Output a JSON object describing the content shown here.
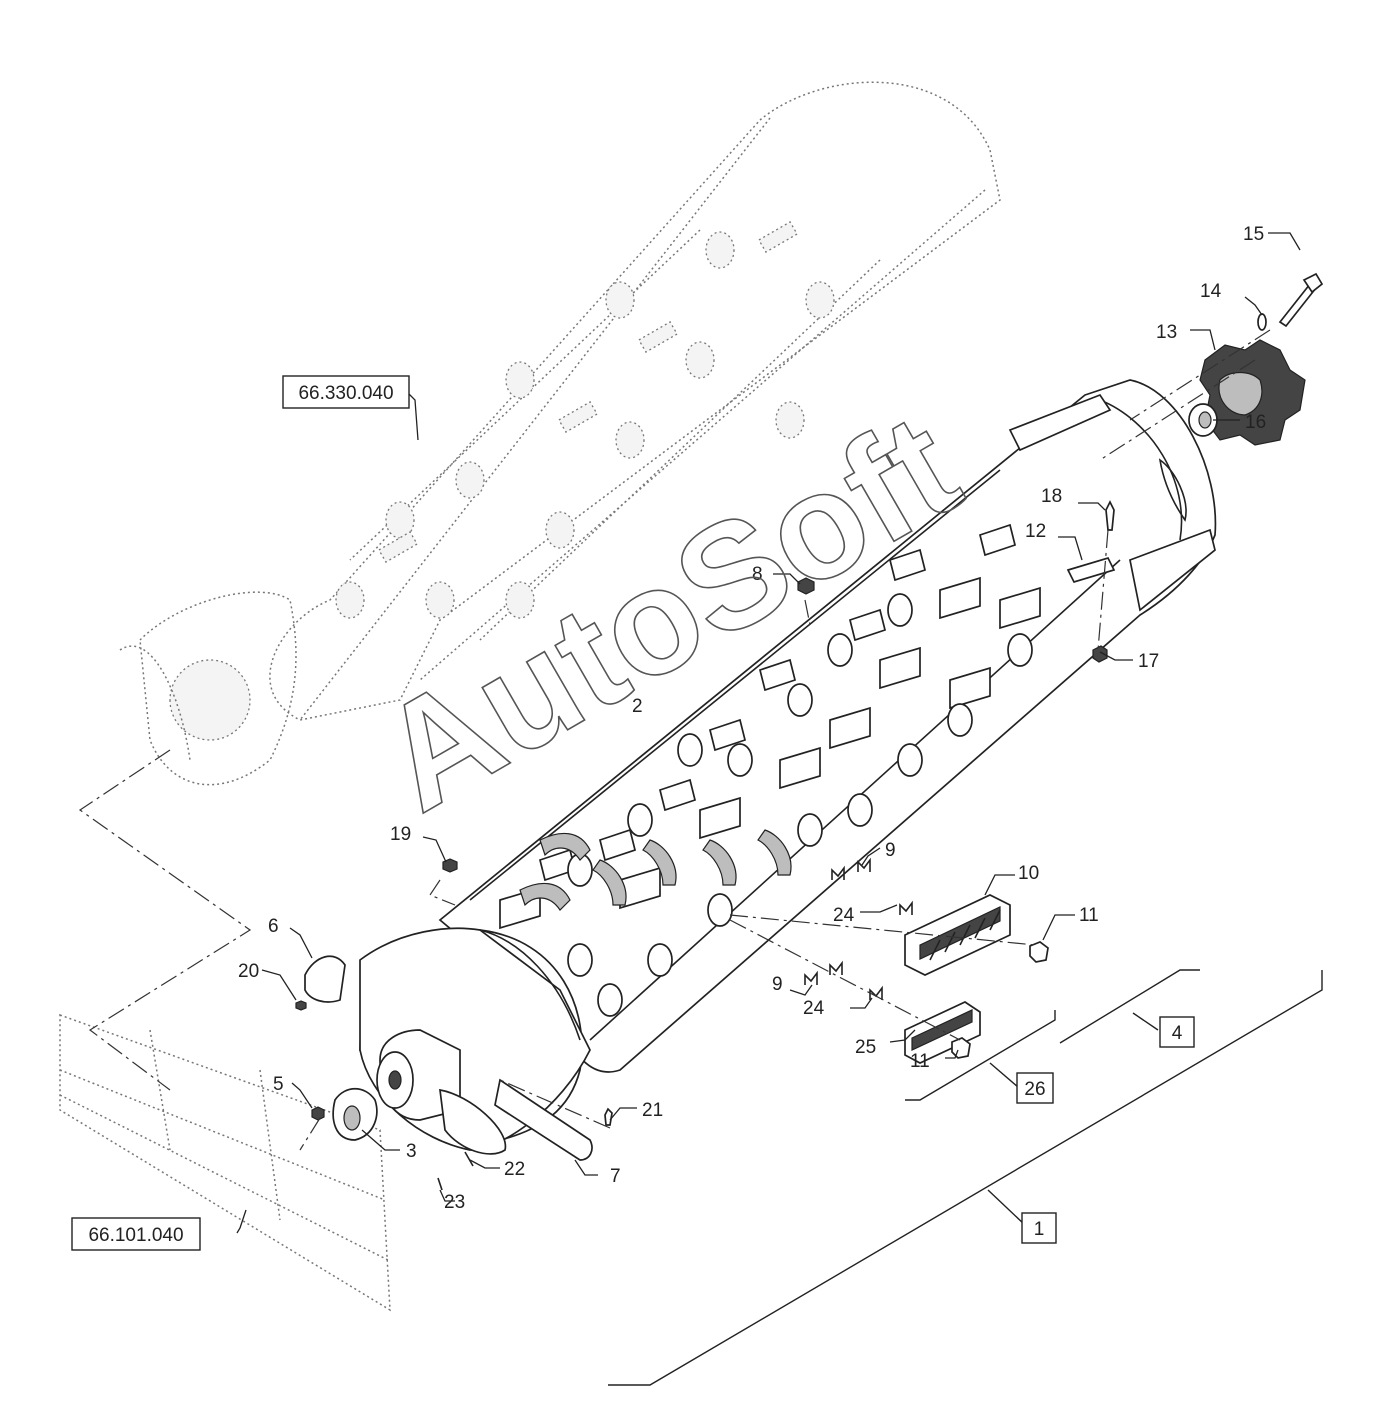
{
  "watermark": "AutoSoft",
  "reference_boxes": [
    {
      "id": "ref-upper-rotor",
      "label": "66.330.040"
    },
    {
      "id": "ref-feeder",
      "label": "66.101.040"
    }
  ],
  "boxed_callouts": {
    "assembly_1": "1",
    "assembly_4": "4",
    "assembly_26": "26"
  },
  "callouts": {
    "c2": "2",
    "c3": "3",
    "c5": "5",
    "c6": "6",
    "c7": "7",
    "c8": "8",
    "c9a": "9",
    "c9b": "9",
    "c10": "10",
    "c11a": "11",
    "c11b": "11",
    "c12": "12",
    "c13": "13",
    "c14": "14",
    "c15": "15",
    "c16": "16",
    "c17": "17",
    "c18": "18",
    "c19": "19",
    "c20": "20",
    "c21": "21",
    "c22": "22",
    "c23": "23",
    "c24a": "24",
    "c24b": "24",
    "c25": "25"
  }
}
